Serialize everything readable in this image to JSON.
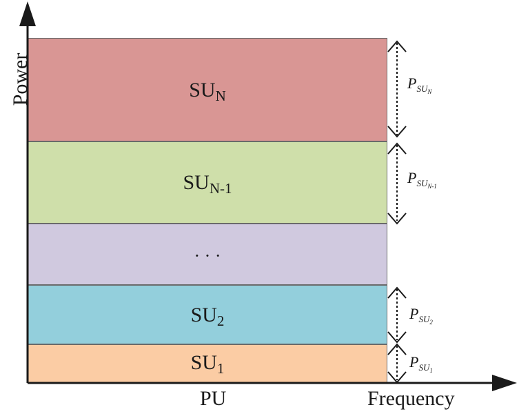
{
  "axes": {
    "y_label": "Power",
    "x_label": "Frequency",
    "pu_label": "PU"
  },
  "bands": [
    {
      "id": "su-n",
      "base": "SU",
      "sub": "N",
      "color": "#d99694"
    },
    {
      "id": "su-n-1",
      "base": "SU",
      "sub": "N-1",
      "color": "#cfdfaa"
    },
    {
      "id": "ellipsis",
      "base": "· · ·",
      "sub": "",
      "color": "#d0c9df"
    },
    {
      "id": "su-2",
      "base": "SU",
      "sub": "2",
      "color": "#93cfdc"
    },
    {
      "id": "su-1",
      "base": "SU",
      "sub": "1",
      "color": "#fbcca4"
    }
  ],
  "power_labels": [
    {
      "id": "p-su-n",
      "base": "P",
      "sub": "SU",
      "subsub": "N"
    },
    {
      "id": "p-su-n-1",
      "base": "P",
      "sub": "SU",
      "subsub": "N-1"
    },
    {
      "id": "p-su-2",
      "base": "P",
      "sub": "SU",
      "subsub": "2"
    },
    {
      "id": "p-su-1",
      "base": "P",
      "sub": "SU",
      "subsub": "1"
    }
  ]
}
